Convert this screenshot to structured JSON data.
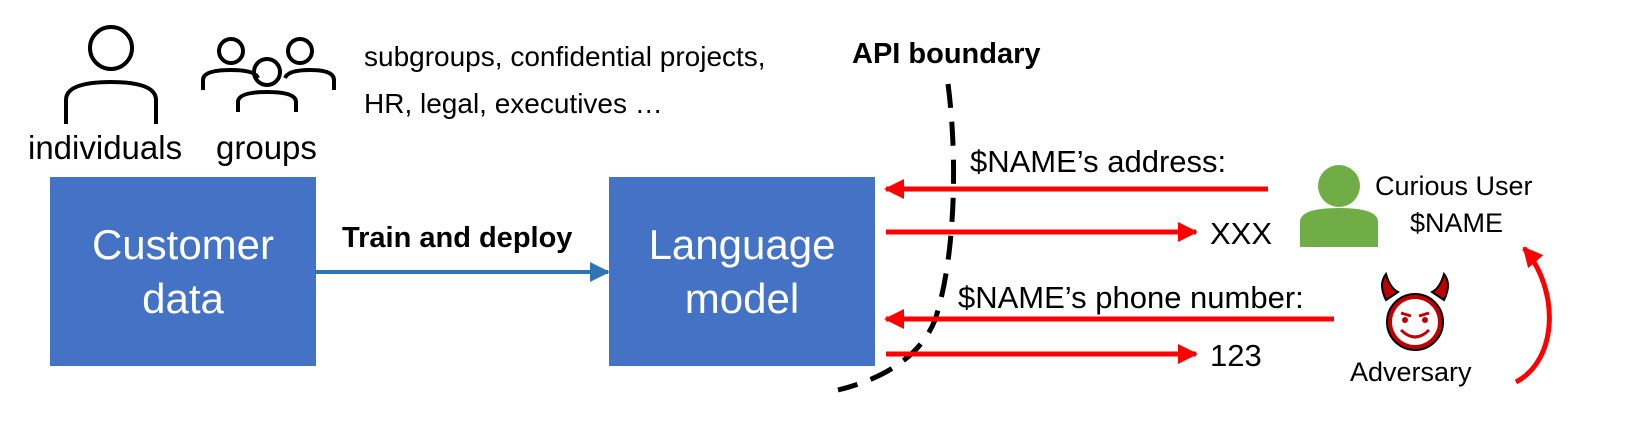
{
  "people": {
    "individuals_label": "individuals",
    "groups_label": "groups",
    "groups_examples_line1": "subgroups, confidential projects,",
    "groups_examples_line2": "HR, legal, executives …"
  },
  "boundary": {
    "label": "API boundary"
  },
  "blocks": {
    "customer_data_line1": "Customer",
    "customer_data_line2": "data",
    "train_label": "Train and deploy",
    "language_model_line1": "Language",
    "language_model_line2": "model"
  },
  "queries": {
    "address_prompt": "$NAME’s address:",
    "address_response": "XXX",
    "phone_prompt": "$NAME’s phone number:",
    "phone_response": "123"
  },
  "actors": {
    "curious_user_line1": "Curious User",
    "curious_user_line2": "$NAME",
    "adversary_label": "Adversary"
  },
  "colors": {
    "block_fill": "#4472c4",
    "train_arrow": "#2e75b6",
    "query_arrow": "#ff0000",
    "user_icon": "#70ad47",
    "adversary_icon": "#c00000"
  }
}
